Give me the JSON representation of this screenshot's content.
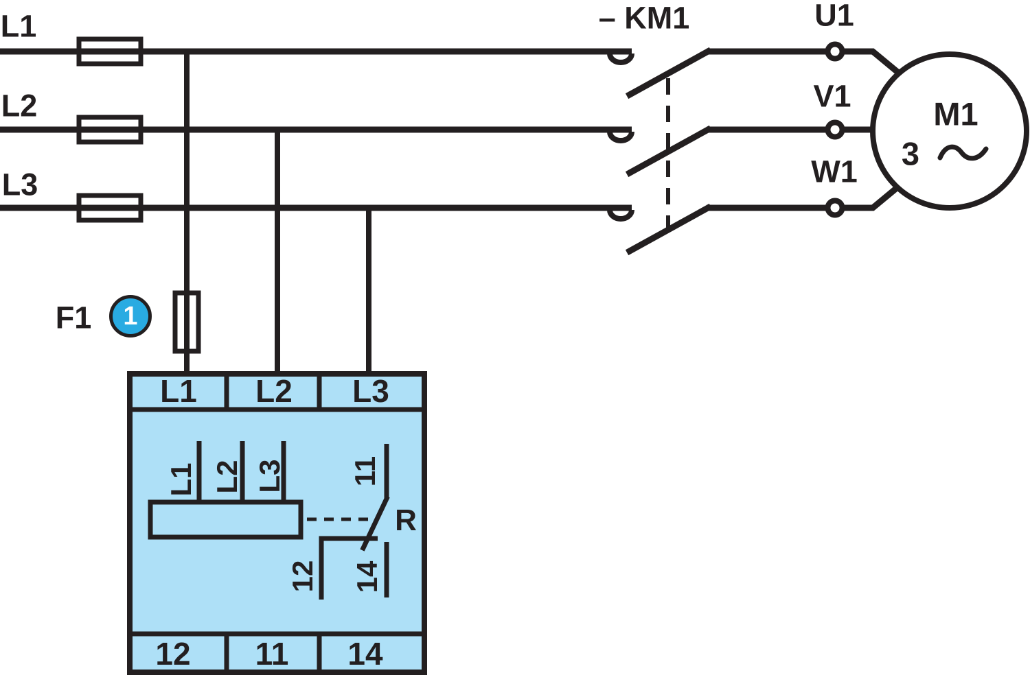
{
  "colors": {
    "line": "#231F20",
    "relay_box_fill": "#AEE0F7",
    "badge_fill": "#29ABE2",
    "badge_text": "#FFFFFF",
    "background": "#FFFFFF"
  },
  "supply": {
    "phases": [
      {
        "label": "L1"
      },
      {
        "label": "L2"
      },
      {
        "label": "L3"
      }
    ]
  },
  "contactor": {
    "label": "– KM1"
  },
  "motor": {
    "label": "M1",
    "phases": "3",
    "terminals": [
      {
        "label": "U1"
      },
      {
        "label": "V1"
      },
      {
        "label": "W1"
      }
    ]
  },
  "monitoring_relay": {
    "device_label": "F1",
    "callout_badge": "1",
    "top_terminals": [
      {
        "label": "L1"
      },
      {
        "label": "L2"
      },
      {
        "label": "L3"
      }
    ],
    "bottom_terminals": [
      {
        "label": "12"
      },
      {
        "label": "11"
      },
      {
        "label": "14"
      }
    ],
    "internal": {
      "inputs": [
        {
          "label": "L1"
        },
        {
          "label": "L2"
        },
        {
          "label": "L3"
        }
      ],
      "contact_common": "11",
      "contact_nc": "12",
      "contact_no": "14",
      "relay_coil": "R"
    }
  }
}
